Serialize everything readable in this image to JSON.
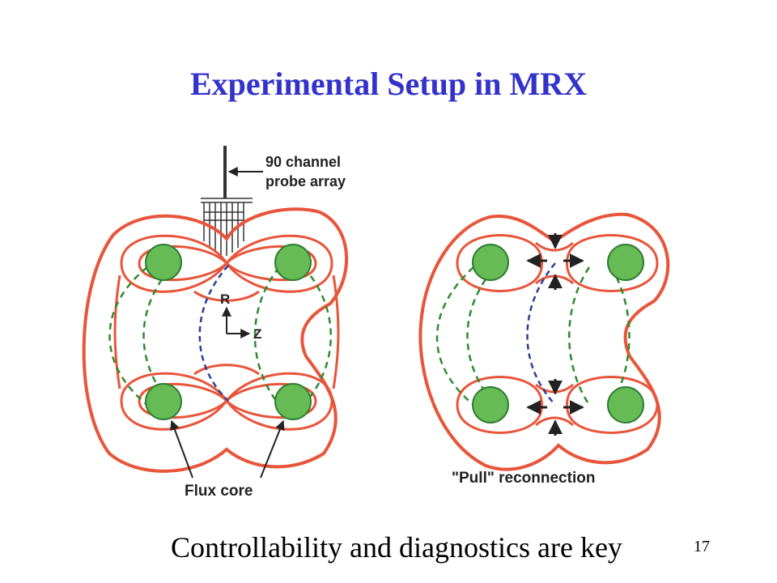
{
  "slide": {
    "title": "Experimental Setup in MRX",
    "caption": "Controllability and diagnostics are key",
    "page_number": "17"
  },
  "diagram": {
    "probe_label_line1": "90 channel",
    "probe_label_line2": "probe array",
    "axis_r": "R",
    "axis_z": "Z",
    "flux_core_label": "Flux core",
    "pull_label": "\"Pull\" reconnection"
  },
  "colors": {
    "title": "#3333cc",
    "flux_surface": "#e8553a",
    "flux_core_fill": "#66bb55",
    "flux_core_stroke": "#2e7d32",
    "field_line_green": "#2e8b2e",
    "field_line_blue": "#2c3e9a",
    "arrow": "#222222"
  }
}
